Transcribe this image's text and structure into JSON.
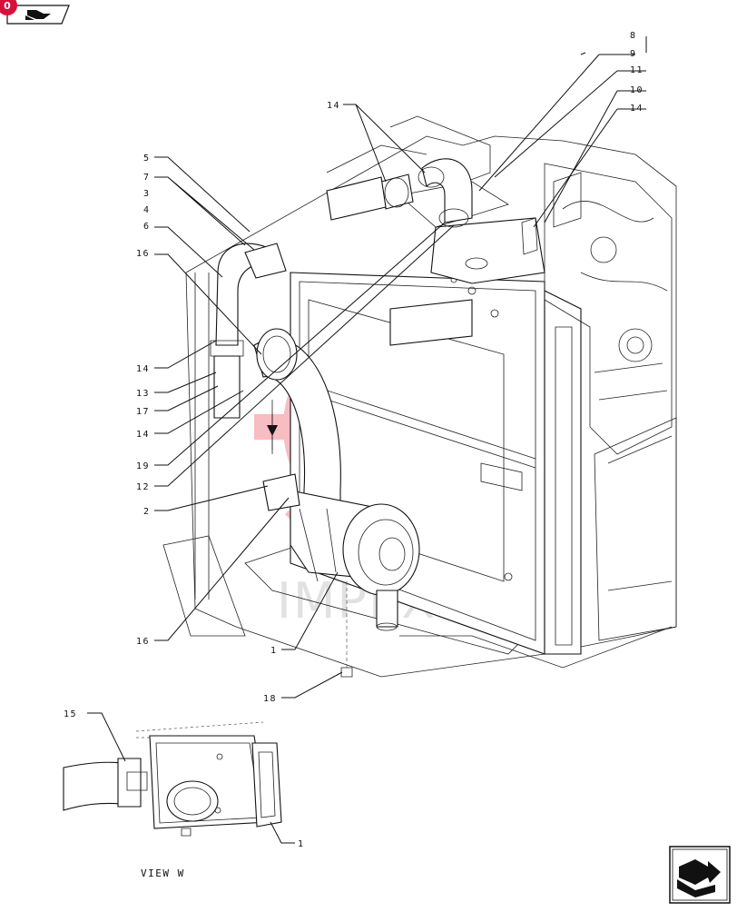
{
  "nav": {
    "badge_count": "0",
    "prev_icon": "book-arrow-icon",
    "next_icon": "double-arrow-icon"
  },
  "watermark": {
    "text": "IMPEX",
    "color": "#e8122d"
  },
  "callouts": {
    "c8": "8",
    "c9": "9",
    "c11": "11",
    "c10": "10",
    "c14_tr": "14",
    "c14_top": "14",
    "c5": "5",
    "c7": "7",
    "c3": "3",
    "c4": "4",
    "c6": "6",
    "c16_l": "16",
    "c14_m1": "14",
    "c13": "13",
    "c17": "17",
    "c14_m2": "14",
    "c19": "19",
    "c12": "12",
    "c2": "2",
    "c16_b": "16",
    "c1_m": "1",
    "c18": "18",
    "c15": "15",
    "c1_v": "1"
  },
  "view_label": "VIEW W"
}
